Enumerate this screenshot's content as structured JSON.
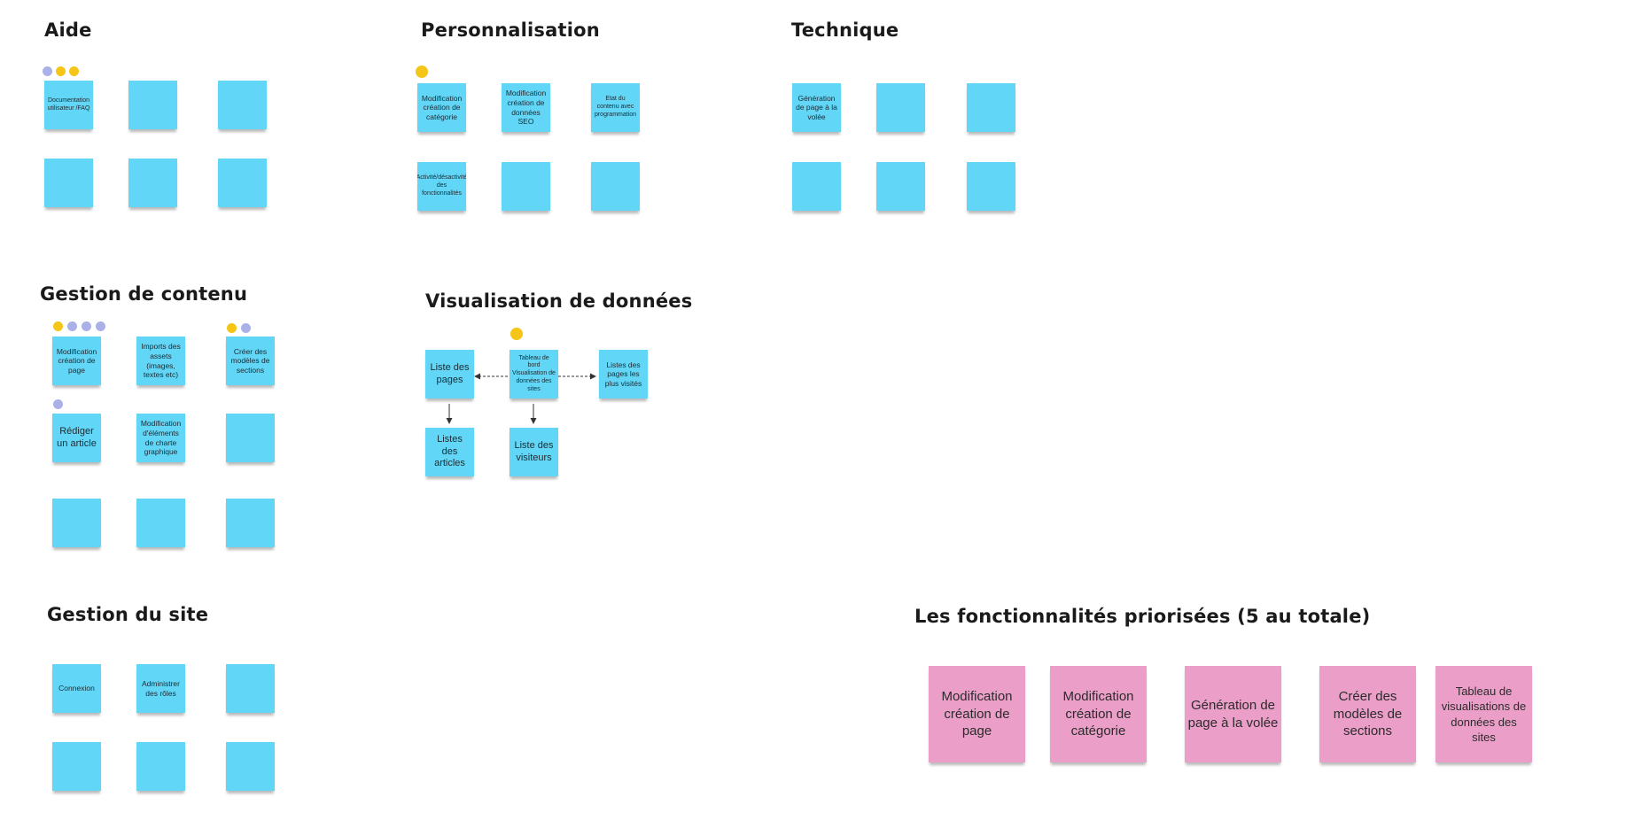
{
  "colors": {
    "sticky_blue": "#62d6f6",
    "sticky_pink": "#eb9fc8",
    "dot_yellow": "#f5c518",
    "dot_lilac": "#a9b1e6"
  },
  "sections": {
    "aide": {
      "title": "Aide",
      "notes": [
        "Documentation utilisateur /FAQ",
        "",
        "",
        "",
        "",
        ""
      ]
    },
    "personnalisation": {
      "title": "Personnalisation",
      "notes": [
        "Modification création de catégorie",
        "Modification création de données SEO",
        "Etat du contenu avec programmation",
        "Activité/désactivité des fonctionnalités",
        "",
        ""
      ]
    },
    "technique": {
      "title": "Technique",
      "notes": [
        "Génération de page à la volée",
        "",
        "",
        "",
        "",
        ""
      ]
    },
    "gestion_contenu": {
      "title": "Gestion de contenu",
      "notes": [
        "Modification création de page",
        "Imports des assets (images, textes etc)",
        "Créer des modèles de sections",
        "Rédiger un article",
        "Modification d'éléments de charte graphique",
        "",
        "",
        "",
        ""
      ]
    },
    "visualisation": {
      "title": "Visualisation de données",
      "notes": {
        "pages": "Liste des pages",
        "dashboard": "Tableau de bord Visualisation de données des sites",
        "most_visited": "Listes des pages les plus visités",
        "articles": "Listes des articles",
        "visitors": "Liste des visiteurs"
      }
    },
    "gestion_site": {
      "title": "Gestion du site",
      "notes": [
        "Connexion",
        "Administrer des rôles",
        "",
        "",
        "",
        ""
      ]
    },
    "priorisees": {
      "title": "Les fonctionnalités priorisées (5 au totale)",
      "notes": [
        "Modification création de page",
        "Modification création de catégorie",
        "Génération de page à la volée",
        "Créer des modèles de sections",
        "Tableau de visualisations de données des sites"
      ]
    }
  }
}
